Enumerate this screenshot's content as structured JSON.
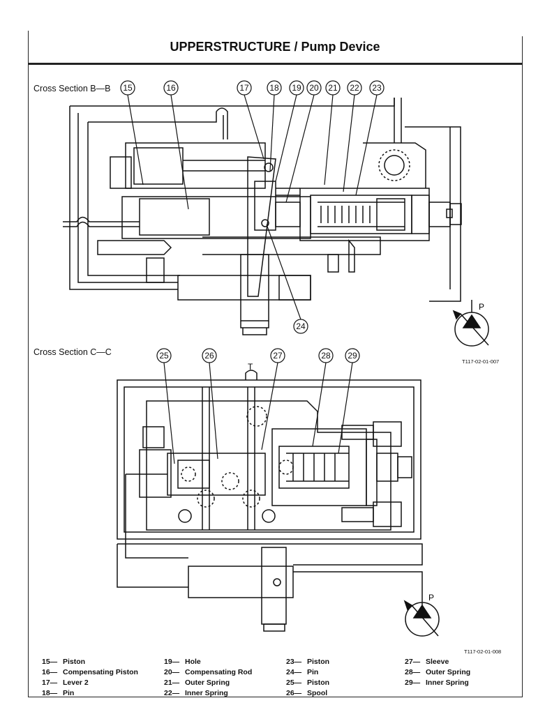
{
  "header": {
    "title": "UPPERSTRUCTURE / Pump Device"
  },
  "figures": {
    "b": {
      "label": "Cross Section B—B",
      "code": "T117-02-01-007",
      "pump_label": "P",
      "callouts": [
        "15",
        "16",
        "17",
        "18",
        "19",
        "20",
        "21",
        "22",
        "23",
        "24"
      ]
    },
    "c": {
      "label": "Cross Section C—C",
      "code": "T117-02-01-008",
      "pump_label": "P",
      "tank_label": "T",
      "callouts": [
        "25",
        "26",
        "27",
        "28",
        "29"
      ]
    }
  },
  "legend": {
    "columns": [
      [
        {
          "num": "15—",
          "text": "Piston"
        },
        {
          "num": "16—",
          "text": "Compensating Piston"
        },
        {
          "num": "17—",
          "text": "Lever 2"
        },
        {
          "num": "18—",
          "text": "Pin"
        }
      ],
      [
        {
          "num": "19—",
          "text": "Hole"
        },
        {
          "num": "20—",
          "text": "Compensating Rod"
        },
        {
          "num": "21—",
          "text": "Outer Spring"
        },
        {
          "num": "22—",
          "text": "Inner Spring"
        }
      ],
      [
        {
          "num": "23—",
          "text": "Piston"
        },
        {
          "num": "24—",
          "text": "Pin"
        },
        {
          "num": "25—",
          "text": "Piston"
        },
        {
          "num": "26—",
          "text": "Spool"
        }
      ],
      [
        {
          "num": "27—",
          "text": "Sleeve"
        },
        {
          "num": "28—",
          "text": "Outer Spring"
        },
        {
          "num": "29—",
          "text": "Inner Spring"
        }
      ]
    ]
  }
}
